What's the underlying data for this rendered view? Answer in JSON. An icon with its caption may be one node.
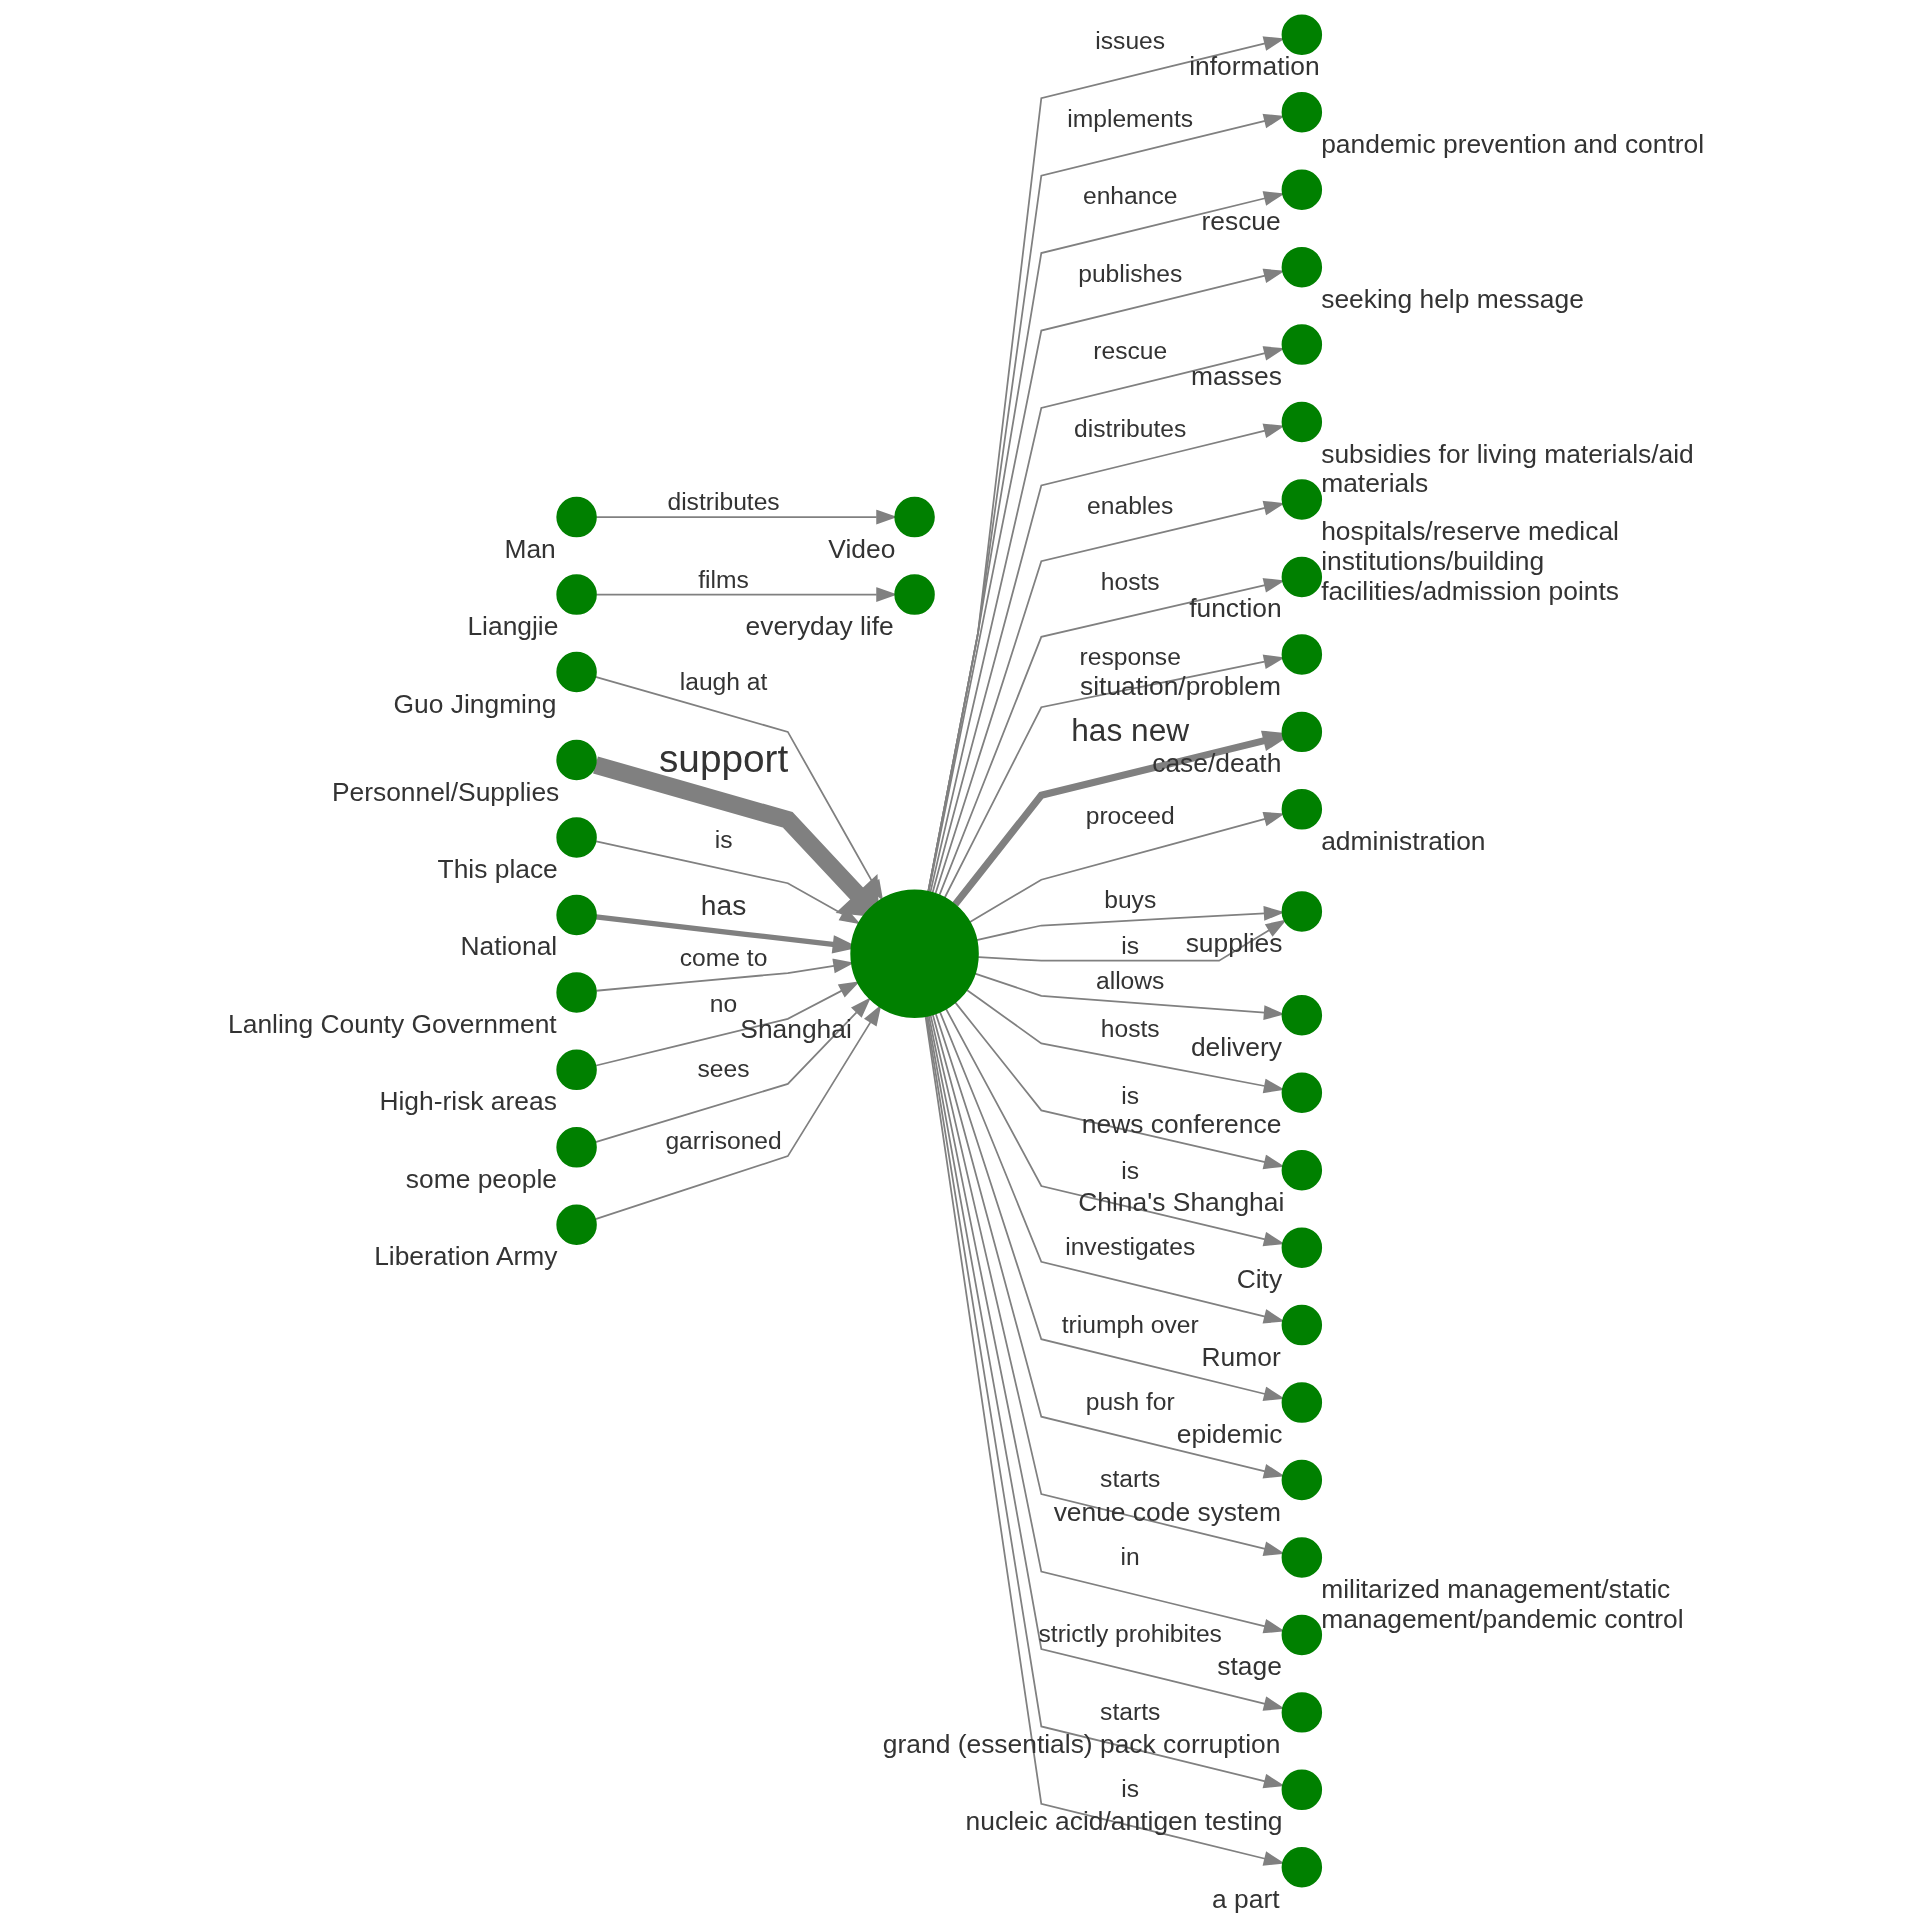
{
  "diagram": {
    "nodes": [
      {
        "text": [
          "information"
        ]
      },
      {
        "text": [
          "pandemic prevention and control"
        ]
      },
      {
        "text": [
          "rescue"
        ]
      },
      {
        "text": [
          "seeking help message"
        ]
      },
      {
        "text": [
          "Guo Jingming"
        ]
      },
      {
        "text": [
          "masses"
        ]
      },
      {
        "text": [
          "Personnel/Supplies"
        ]
      },
      {
        "text": [
          "subsidies for living materials/aid materials"
        ]
      },
      {
        "text": [
          "This place"
        ]
      },
      {
        "text": [
          "hospitals/reserve medical institutions/building facilities/admission points"
        ]
      },
      {
        "text": [
          "function"
        ]
      },
      {
        "text": [
          "situation/problem"
        ]
      },
      {
        "text": [
          "case/death"
        ]
      },
      {
        "text": [
          "administration"
        ]
      },
      {
        "text": [
          "supplies"
        ]
      },
      {
        "text": [
          "National"
        ]
      },
      {
        "text": [
          "Shanghai"
        ]
      },
      {
        "text": [
          "delivery"
        ]
      },
      {
        "text": [
          "Lanling County Government"
        ]
      },
      {
        "text": [
          "news conference"
        ]
      },
      {
        "text": [
          "China's Shanghai"
        ]
      },
      {
        "text": [
          "City"
        ]
      },
      {
        "text": [
          "High-risk areas"
        ]
      },
      {
        "text": [
          "some people"
        ]
      },
      {
        "text": [
          "Rumor"
        ]
      },
      {
        "text": [
          "epidemic"
        ]
      },
      {
        "text": [
          "venue code system"
        ]
      },
      {
        "text": [
          "militarized management/static management/pandemic control"
        ]
      },
      {
        "text": [
          "stage"
        ]
      },
      {
        "text": [
          "Liberation Army"
        ]
      },
      {
        "text": [
          "grand (essentials) pack corruption"
        ]
      },
      {
        "text": [
          "nucleic acid/antigen testing"
        ]
      },
      {
        "text": [
          "a part"
        ]
      },
      {
        "text": [
          "everyday life"
        ]
      },
      {
        "text": [
          "Liangjie"
        ]
      },
      {
        "text": [
          "Man"
        ]
      },
      {
        "text": [
          "Video"
        ]
      }
    ],
    "edges": [
      {
        "from": 6,
        "to": 16,
        "arrow": "to",
        "label": "support",
        "style": "thick"
      },
      {
        "from": 16,
        "to": 7,
        "arrow": "to",
        "label": "distributes"
      },
      {
        "from": 16,
        "to": 2,
        "arrow": "to",
        "label": "enhance"
      },
      {
        "from": 16,
        "to": 5,
        "arrow": "to",
        "label": "rescue"
      },
      {
        "from": 16,
        "to": 0,
        "arrow": "to",
        "label": "issues"
      },
      {
        "from": 4,
        "to": 16,
        "arrow": "to",
        "label": "laugh at"
      },
      {
        "from": 16,
        "to": 1,
        "arrow": "to",
        "label": "implements"
      },
      {
        "from": 16,
        "to": 3,
        "arrow": "to",
        "label": "publishes"
      },
      {
        "from": 8,
        "to": 16,
        "arrow": "to",
        "label": "is"
      },
      {
        "from": 16,
        "to": 9,
        "arrow": "to",
        "label": "enables"
      },
      {
        "from": 16,
        "to": 11,
        "arrow": "to",
        "label": "response"
      },
      {
        "from": 16,
        "to": 10,
        "arrow": "to",
        "label": "hosts"
      },
      {
        "from": 15,
        "to": 16,
        "arrow": "to",
        "label": "has",
        "style": "thick"
      },
      {
        "from": 18,
        "to": 16,
        "arrow": "to",
        "label": "come to"
      },
      {
        "from": 16,
        "to": 12,
        "arrow": "to",
        "label": "has new",
        "style": "thick"
      },
      {
        "from": 16,
        "to": 14,
        "arrow": "to",
        "label": "buys"
      },
      {
        "from": 16,
        "to": 14,
        "arrow": "to",
        "label": "is"
      },
      {
        "from": 16,
        "to": 13,
        "arrow": "to",
        "label": "proceed"
      },
      {
        "from": 16,
        "to": 17,
        "arrow": "to",
        "label": "allows"
      },
      {
        "from": 16,
        "to": 19,
        "arrow": "to",
        "label": "hosts"
      },
      {
        "from": 16,
        "to": 20,
        "arrow": "to",
        "label": "is"
      },
      {
        "from": 22,
        "to": 16,
        "arrow": "to",
        "label": "no"
      },
      {
        "from": 16,
        "to": 24,
        "arrow": "to",
        "label": "investigates"
      },
      {
        "from": 16,
        "to": 21,
        "arrow": "to",
        "label": "is"
      },
      {
        "from": 23,
        "to": 16,
        "arrow": "to",
        "label": "sees"
      },
      {
        "from": 16,
        "to": 26,
        "arrow": "to",
        "label": "push for"
      },
      {
        "from": 16,
        "to": 25,
        "arrow": "to",
        "label": "triumph over"
      },
      {
        "from": 16,
        "to": 30,
        "arrow": "to",
        "label": "strictly prohibites"
      },
      {
        "from": 16,
        "to": 32,
        "arrow": "to",
        "label": "is"
      },
      {
        "from": 16,
        "to": 28,
        "arrow": "to",
        "label": "in"
      },
      {
        "from": 16,
        "to": 31,
        "arrow": "to",
        "label": "starts"
      },
      {
        "from": 16,
        "to": 27,
        "arrow": "to",
        "label": "starts"
      },
      {
        "from": 29,
        "to": 16,
        "arrow": "to",
        "label": "garrisoned"
      },
      {
        "from": 34,
        "to": 33,
        "arrow": "to",
        "label": "films"
      },
      {
        "from": 35,
        "to": 36,
        "arrow": "to",
        "label": "distributes"
      }
    ]
  }
}
